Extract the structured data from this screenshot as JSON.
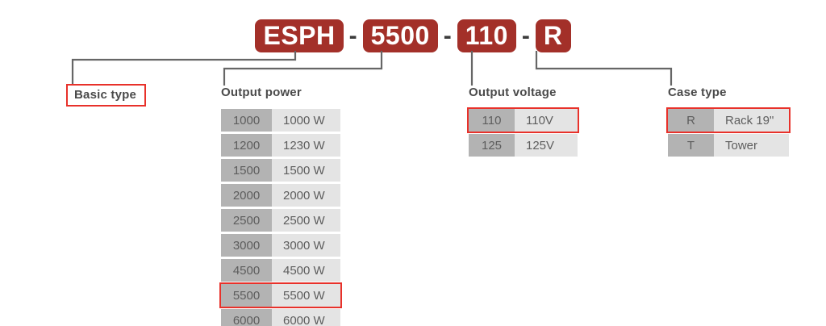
{
  "part_number": {
    "segments": [
      {
        "code": "ESPH",
        "name": "basic-type"
      },
      {
        "code": "5500",
        "name": "output-power"
      },
      {
        "code": "110",
        "name": "output-voltage"
      },
      {
        "code": "R",
        "name": "case-type"
      }
    ],
    "separator": "-"
  },
  "colors": {
    "badge_red": "#A33029",
    "highlight_red": "#E8312A",
    "code_cell_gray": "#B3B3B3",
    "desc_cell_gray": "#E4E4E4",
    "text_gray": "#5d5d5d",
    "title_gray": "#4a4a4a",
    "connector_gray": "#666666"
  },
  "sections": [
    {
      "id": "basic-type",
      "title": "Basic type",
      "boxed_title": true,
      "rows": []
    },
    {
      "id": "output-power",
      "title": "Output power",
      "boxed_title": false,
      "rows": [
        {
          "code": "1000",
          "desc": "1000 W",
          "selected": false
        },
        {
          "code": "1200",
          "desc": "1230 W",
          "selected": false
        },
        {
          "code": "1500",
          "desc": "1500 W",
          "selected": false
        },
        {
          "code": "2000",
          "desc": "2000 W",
          "selected": false
        },
        {
          "code": "2500",
          "desc": "2500 W",
          "selected": false
        },
        {
          "code": "3000",
          "desc": "3000 W",
          "selected": false
        },
        {
          "code": "4500",
          "desc": "4500 W",
          "selected": false
        },
        {
          "code": "5500",
          "desc": "5500 W",
          "selected": true
        },
        {
          "code": "6000",
          "desc": "6000 W",
          "selected": false
        }
      ]
    },
    {
      "id": "output-voltage",
      "title": "Output voltage",
      "boxed_title": false,
      "rows": [
        {
          "code": "110",
          "desc": "110V",
          "selected": true
        },
        {
          "code": "125",
          "desc": "125V",
          "selected": false
        }
      ]
    },
    {
      "id": "case-type",
      "title": "Case type",
      "boxed_title": false,
      "rows": [
        {
          "code": "R",
          "desc": "Rack 19\"",
          "selected": true
        },
        {
          "code": "T",
          "desc": "Tower",
          "selected": false
        }
      ]
    }
  ]
}
